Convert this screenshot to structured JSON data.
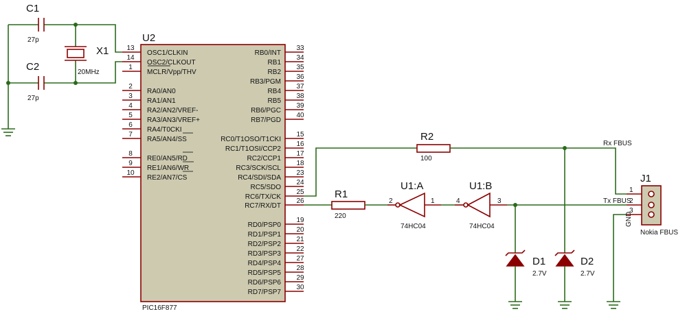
{
  "parts": {
    "c1": {
      "ref": "C1",
      "value": "27p"
    },
    "c2": {
      "ref": "C2",
      "value": "27p"
    },
    "x1": {
      "ref": "X1",
      "value": "20MHz"
    },
    "u2": {
      "ref": "U2",
      "value": "PIC16F877"
    },
    "r1": {
      "ref": "R1",
      "value": "220"
    },
    "r2": {
      "ref": "R2",
      "value": "100"
    },
    "u1a": {
      "ref": "U1:A",
      "value": "74HC04",
      "pin_in": "2",
      "pin_out": "1"
    },
    "u1b": {
      "ref": "U1:B",
      "value": "74HC04",
      "pin_in": "4",
      "pin_out": "3"
    },
    "d1": {
      "ref": "D1",
      "value": "2.7V"
    },
    "d2": {
      "ref": "D2",
      "value": "2.7V"
    },
    "j1": {
      "ref": "J1",
      "value": "Nokia FBUS",
      "pins": [
        "1",
        "2",
        "3"
      ]
    }
  },
  "nets": {
    "rx": "Rx FBUS",
    "tx": "Tx FBUS",
    "gnd": "GND"
  },
  "u2_left_pins": [
    {
      "num": "13",
      "label": "OSC1/CLKIN"
    },
    {
      "num": "14",
      "label": "OSC2/CLKOUT"
    },
    {
      "num": "1",
      "label": "MCLR/Vpp/THV"
    },
    {
      "num": "2",
      "label": "RA0/AN0"
    },
    {
      "num": "3",
      "label": "RA1/AN1"
    },
    {
      "num": "4",
      "label": "RA2/AN2/VREF-"
    },
    {
      "num": "5",
      "label": "RA3/AN3/VREF+"
    },
    {
      "num": "6",
      "label": "RA4/T0CKI"
    },
    {
      "num": "7",
      "label": "RA5/AN4/SS"
    },
    {
      "num": "8",
      "label": "RE0/AN5/RD"
    },
    {
      "num": "9",
      "label": "RE1/AN6/WR"
    },
    {
      "num": "10",
      "label": "RE2/AN7/CS"
    }
  ],
  "u2_right_pins": [
    {
      "num": "33",
      "label": "RB0/INT"
    },
    {
      "num": "34",
      "label": "RB1"
    },
    {
      "num": "35",
      "label": "RB2"
    },
    {
      "num": "36",
      "label": "RB3/PGM"
    },
    {
      "num": "37",
      "label": "RB4"
    },
    {
      "num": "38",
      "label": "RB5"
    },
    {
      "num": "39",
      "label": "RB6/PGC"
    },
    {
      "num": "40",
      "label": "RB7/PGD"
    },
    {
      "num": "15",
      "label": "RC0/T1OSO/T1CKI"
    },
    {
      "num": "16",
      "label": "RC1/T1OSI/CCP2"
    },
    {
      "num": "17",
      "label": "RC2/CCP1"
    },
    {
      "num": "18",
      "label": "RC3/SCK/SCL"
    },
    {
      "num": "23",
      "label": "RC4/SDI/SDA"
    },
    {
      "num": "24",
      "label": "RC5/SDO"
    },
    {
      "num": "25",
      "label": "RC6/TX/CK"
    },
    {
      "num": "26",
      "label": "RC7/RX/DT"
    },
    {
      "num": "19",
      "label": "RD0/PSP0"
    },
    {
      "num": "20",
      "label": "RD1/PSP1"
    },
    {
      "num": "21",
      "label": "RD2/PSP2"
    },
    {
      "num": "22",
      "label": "RD3/PSP3"
    },
    {
      "num": "27",
      "label": "RD4/PSP4"
    },
    {
      "num": "28",
      "label": "RD5/PSP5"
    },
    {
      "num": "29",
      "label": "RD6/PSP6"
    },
    {
      "num": "30",
      "label": "RD7/PSP7"
    }
  ]
}
